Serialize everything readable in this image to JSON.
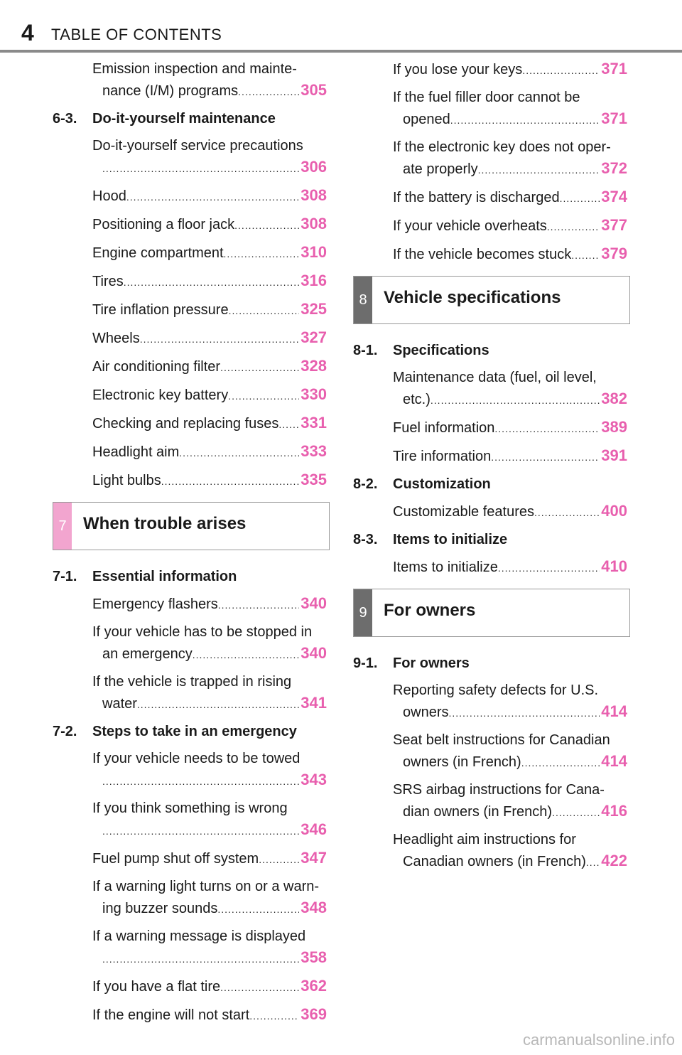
{
  "header": {
    "page_number": "4",
    "title": "TABLE OF CONTENTS"
  },
  "left": {
    "intro": [
      {
        "lines": [
          "Emission inspection and mainte-",
          "nance (I/M) programs"
        ],
        "page": "305"
      }
    ],
    "s63": {
      "num": "6-3.",
      "title": "Do-it-yourself maintenance",
      "items": [
        {
          "lines": [
            "Do-it-yourself service precautions",
            ""
          ],
          "page": "306"
        },
        {
          "lines": [
            "Hood"
          ],
          "page": "308"
        },
        {
          "lines": [
            "Positioning a floor jack"
          ],
          "page": "308"
        },
        {
          "lines": [
            "Engine compartment"
          ],
          "page": "310"
        },
        {
          "lines": [
            "Tires"
          ],
          "page": "316"
        },
        {
          "lines": [
            "Tire inflation pressure"
          ],
          "page": "325"
        },
        {
          "lines": [
            "Wheels"
          ],
          "page": "327"
        },
        {
          "lines": [
            "Air conditioning filter"
          ],
          "page": "328"
        },
        {
          "lines": [
            "Electronic key battery"
          ],
          "page": "330"
        },
        {
          "lines": [
            "Checking and replacing fuses"
          ],
          "page": "331"
        },
        {
          "lines": [
            "Headlight aim"
          ],
          "page": "333"
        },
        {
          "lines": [
            "Light bulbs"
          ],
          "page": "335"
        }
      ]
    },
    "chapter7": {
      "tab": "7",
      "title": "When trouble arises"
    },
    "s71": {
      "num": "7-1.",
      "title": "Essential information",
      "items": [
        {
          "lines": [
            "Emergency flashers"
          ],
          "page": "340"
        },
        {
          "lines": [
            "If your vehicle has to be stopped in",
            "an emergency"
          ],
          "page": "340"
        },
        {
          "lines": [
            "If the vehicle is trapped in rising",
            "water"
          ],
          "page": "341"
        }
      ]
    },
    "s72": {
      "num": "7-2.",
      "title": "Steps to take in an emergency",
      "items": [
        {
          "lines": [
            "If your vehicle needs to be towed",
            ""
          ],
          "page": "343"
        },
        {
          "lines": [
            "If you think something is wrong",
            ""
          ],
          "page": "346"
        },
        {
          "lines": [
            "Fuel pump shut off system"
          ],
          "page": "347"
        },
        {
          "lines": [
            "If a warning light turns on or a warn-",
            "ing buzzer sounds"
          ],
          "page": "348"
        },
        {
          "lines": [
            "If a warning message is displayed",
            ""
          ],
          "page": "358"
        },
        {
          "lines": [
            "If you have a flat tire"
          ],
          "page": "362"
        },
        {
          "lines": [
            "If the engine will not start"
          ],
          "page": "369"
        }
      ]
    }
  },
  "right": {
    "intro": [
      {
        "lines": [
          "If you lose your keys"
        ],
        "page": "371"
      },
      {
        "lines": [
          "If the fuel filler door cannot be",
          "opened"
        ],
        "page": "371"
      },
      {
        "lines": [
          "If the electronic key does not oper-",
          "ate properly"
        ],
        "page": "372"
      },
      {
        "lines": [
          "If the battery is discharged"
        ],
        "page": "374"
      },
      {
        "lines": [
          "If your vehicle overheats"
        ],
        "page": "377"
      },
      {
        "lines": [
          "If the vehicle becomes stuck"
        ],
        "page": "379"
      }
    ],
    "chapter8": {
      "tab": "8",
      "title": "Vehicle specifications"
    },
    "s81": {
      "num": "8-1.",
      "title": "Specifications",
      "items": [
        {
          "lines": [
            "Maintenance data (fuel, oil level,",
            "etc.)"
          ],
          "page": "382"
        },
        {
          "lines": [
            "Fuel information"
          ],
          "page": "389"
        },
        {
          "lines": [
            "Tire information"
          ],
          "page": "391"
        }
      ]
    },
    "s82": {
      "num": "8-2.",
      "title": "Customization",
      "items": [
        {
          "lines": [
            "Customizable features"
          ],
          "page": "400"
        }
      ]
    },
    "s83": {
      "num": "8-3.",
      "title": "Items to initialize",
      "items": [
        {
          "lines": [
            "Items to initialize"
          ],
          "page": "410"
        }
      ]
    },
    "chapter9": {
      "tab": "9",
      "title": "For owners"
    },
    "s91": {
      "num": "9-1.",
      "title": "For owners",
      "items": [
        {
          "lines": [
            "Reporting safety defects for U.S.",
            "owners"
          ],
          "page": "414"
        },
        {
          "lines": [
            "Seat belt instructions for Canadian",
            "owners (in French)"
          ],
          "page": "414"
        },
        {
          "lines": [
            "SRS airbag instructions for Cana-",
            "dian owners (in French)"
          ],
          "page": "416"
        },
        {
          "lines": [
            "Headlight aim instructions for",
            "Canadian owners (in French)"
          ],
          "page": "422"
        }
      ]
    }
  },
  "watermark": "carmanualsonline.info",
  "colors": {
    "page_number": "#e85fae",
    "tab7": "#f2a5cf",
    "tab_dark": "#6d6d6d",
    "rule": "#8a8a8a"
  }
}
